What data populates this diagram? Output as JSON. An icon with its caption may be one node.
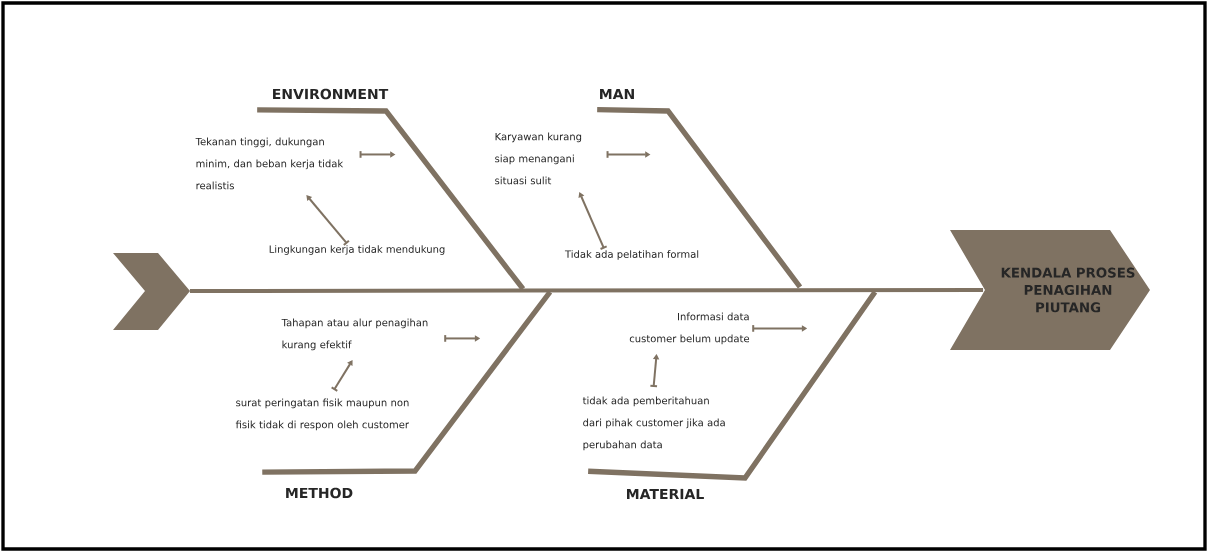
{
  "diagram": {
    "nodes": [
      {
        "text": [],
        "shape": "chevron"
      },
      {
        "text": [
          "KENDALA PROSES PENAGIHAN PIUTANG"
        ]
      },
      {
        "text": [
          "ENVIRONMENT"
        ]
      },
      {
        "text": [
          "Tekanan tinggi, dukungan minim, dan beban kerja tidak realistis"
        ]
      },
      {
        "text": [
          "Lingkungan kerja tidak mendukung"
        ]
      },
      {
        "text": [
          "MAN"
        ]
      },
      {
        "text": [
          "Karyawan kurang siap menangani situasi sulit"
        ]
      },
      {
        "text": [
          "Tidak ada pelatihan formal"
        ]
      },
      {
        "text": [
          "Tahapan atau alur penagihan kurang efektif"
        ]
      },
      {
        "text": [
          "surat peringatan fisik maupun non fisik tidak di respon oleh customer"
        ]
      },
      {
        "text": [
          "METHOD"
        ]
      },
      {
        "text": [
          "Informasi data customer belum update"
        ]
      },
      {
        "text": [
          "tidak ada pemberitahuan dari pihak customer jika ada perubahan data"
        ]
      },
      {
        "text": [
          "MATERIAL"
        ]
      }
    ],
    "edges": [
      {
        "from": 0,
        "to": 1,
        "arrow": "none",
        "style": "thick"
      },
      {
        "from": 3,
        "to": null,
        "arrow": "to"
      },
      {
        "from": 4,
        "to": 3,
        "arrow": "to"
      },
      {
        "from": 6,
        "to": null,
        "arrow": "to"
      },
      {
        "from": 7,
        "to": 6,
        "arrow": "to"
      },
      {
        "from": 8,
        "to": null,
        "arrow": "to"
      },
      {
        "from": 9,
        "to": 8,
        "arrow": "to"
      },
      {
        "from": 11,
        "to": null,
        "arrow": "to"
      },
      {
        "from": 12,
        "to": 11,
        "arrow": "to"
      },
      {
        "from": 2,
        "to": null,
        "arrow": "none",
        "style": "thick"
      },
      {
        "from": 5,
        "to": null,
        "arrow": "none",
        "style": "thick"
      },
      {
        "from": 10,
        "to": null,
        "arrow": "none",
        "style": "thick"
      },
      {
        "from": 13,
        "to": null,
        "arrow": "none",
        "style": "thick"
      }
    ]
  }
}
